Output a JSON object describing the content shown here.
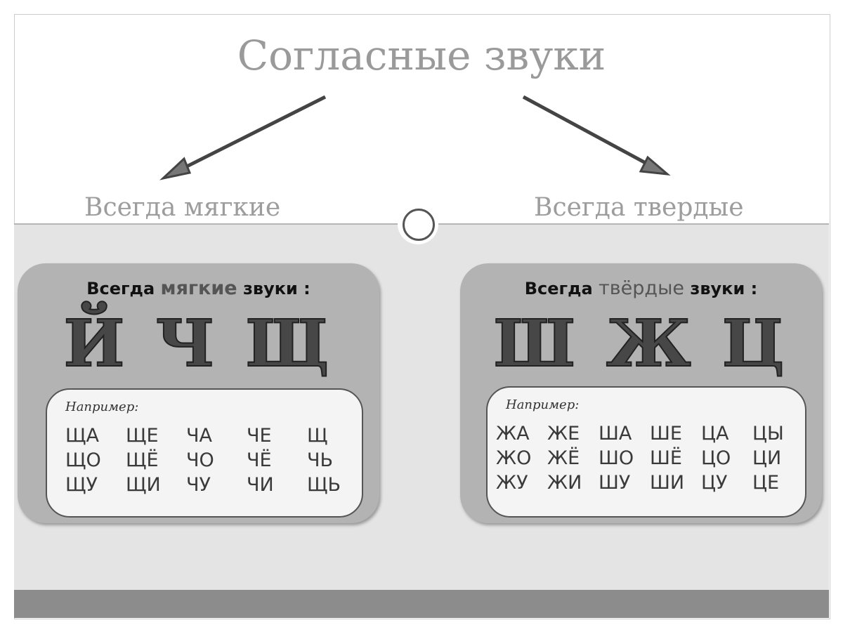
{
  "title": "Согласные звуки",
  "left_heading": "Всегда мягкие",
  "right_heading": "Всегда твердые",
  "soft": {
    "head_pre": "Всегда",
    "head_mid": "мягкие",
    "head_post": "звуки :",
    "letters": "Й Ч Щ",
    "example_label": "Например:",
    "syllables": [
      "ЩА",
      "ЩЕ",
      "ЧА",
      "ЧЕ",
      "Щ",
      "ЩО",
      "ЩЁ",
      "ЧО",
      "ЧЁ",
      "ЧЬ",
      "ЩУ",
      "ЩИ",
      "ЧУ",
      "ЧИ",
      "ЩЬ"
    ]
  },
  "hard": {
    "head_pre": "Всегда",
    "head_mid": "твёрдые",
    "head_post": "звуки :",
    "letters": "Ш Ж Ц",
    "example_label": "Например:",
    "syllables": [
      "ЖА",
      "ЖЕ",
      "ША",
      "ШЕ",
      "ЦА",
      "ЦЫ",
      "ЖО",
      "ЖЁ",
      "ШО",
      "ШЁ",
      "ЦО",
      "ЦИ",
      "ЖУ",
      "ЖИ",
      "ШУ",
      "ШИ",
      "ЦУ",
      "ЦЕ"
    ]
  }
}
